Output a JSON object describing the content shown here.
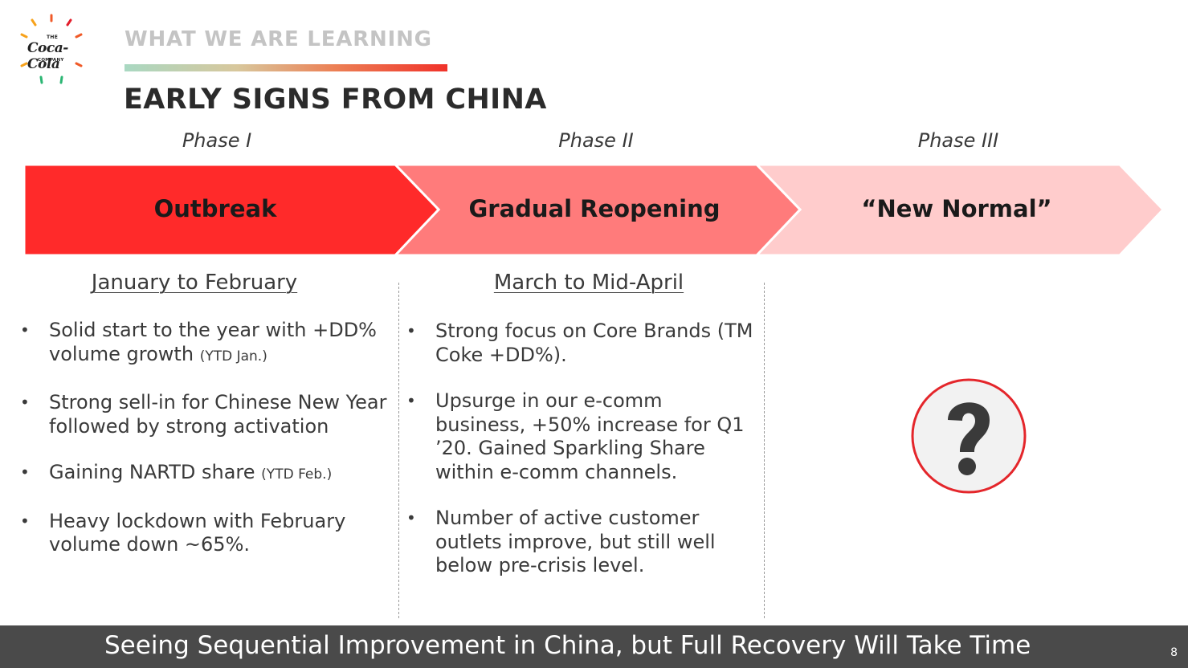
{
  "logo": {
    "the": "THE",
    "script": "Coca-Cola",
    "company": "COMPANY"
  },
  "header": {
    "eyebrow": "WHAT WE ARE LEARNING",
    "title": "EARLY SIGNS FROM CHINA"
  },
  "colors": {
    "outbreak": "#ff2a2a",
    "reopening": "#ff7b7b",
    "new_normal": "#ffcccc",
    "footer_bg": "#4a4a4a",
    "question_ring": "#e4262b"
  },
  "phases": [
    {
      "label": "Phase I",
      "name": "Outbreak",
      "period": "January to February"
    },
    {
      "label": "Phase II",
      "name": "Gradual Reopening",
      "period": "March to Mid-April"
    },
    {
      "label": "Phase III",
      "name": "“New Normal”",
      "period": ""
    }
  ],
  "col1": {
    "b1": {
      "main": "Solid start to the year with +DD% volume growth",
      "note": "(YTD Jan.)"
    },
    "b2": {
      "main": "Strong sell-in for Chinese New Year followed by strong activation"
    },
    "b3": {
      "main": "Gaining NARTD share",
      "note": "(YTD Feb.)"
    },
    "b4": {
      "main": "Heavy lockdown with February volume down ~65%."
    }
  },
  "col2": {
    "b1": "Strong focus on Core Brands (TM Coke +DD%).",
    "b2": "Upsurge in our e-comm business, +50% increase for Q1 ’20. Gained Sparkling Share within e-comm channels.",
    "b3": "Number of active customer outlets improve, but still well below pre-crisis level."
  },
  "col3": {
    "icon": "question-mark-icon"
  },
  "footer": {
    "text": "Seeing Sequential Improvement in China, but Full Recovery Will Take Time",
    "page": "8"
  }
}
